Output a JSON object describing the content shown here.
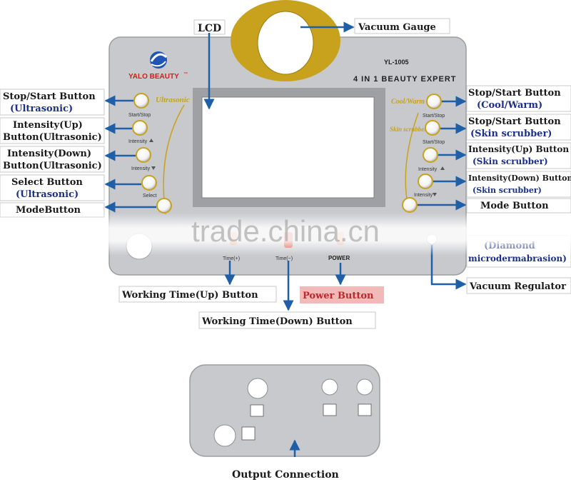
{
  "panel": {
    "brand": "YALO BEAUTY",
    "brand_tm": "™",
    "model": "YL-1005",
    "subtitle": "4 IN 1 BEAUTY EXPERT",
    "ultrasonic_label": "Ultrasonic",
    "coolwarm_label": "Cool/Warm",
    "skin_scrubber_label": "Skin scrubber",
    "start_stop": "Start/Stop",
    "intensity": "Intensity",
    "select": "Select",
    "time_plus": "Time(+)",
    "time_minus": "Time(−)",
    "power": "POWER"
  },
  "callouts": {
    "lcd": "LCD",
    "vacuum_gauge": "Vacuum Gauge",
    "left": [
      {
        "line1": "Stop/Start Button",
        "line2": "(Ultrasonic)"
      },
      {
        "line1": "Intensity(Up)",
        "line2": "Button(Ultrasonic)"
      },
      {
        "line1": "Intensity(Down)",
        "line2": "Button(Ultrasonic)"
      },
      {
        "line1": "Select Button",
        "line2": "(Ultrasonic)"
      },
      {
        "line1": "ModeButton",
        "line2": ""
      }
    ],
    "right": [
      {
        "line1": "Stop/Start Button",
        "line2": "(Cool/Warm)"
      },
      {
        "line1": "Stop/Start Button",
        "line2": "(Skin scrubber)"
      },
      {
        "line1": "Intensity(Up) Button",
        "line2": "(Skin scrubber)"
      },
      {
        "line1": "Intensity(Down) Button",
        "line2": "(Skin scrubber)"
      },
      {
        "line1": "Mode Button",
        "line2": ""
      },
      {
        "line1": "(Diamond",
        "line2": "microdermabrasion)"
      }
    ],
    "vacuum_regulator": "Vacuum Regulator",
    "working_time_up": "Working Time(Up) Button",
    "power_button": "Power Button",
    "working_time_down": "Working Time(Down) Button",
    "output_connection": "Output Connection"
  },
  "watermark": "trade.china.cn",
  "colors": {
    "panel": "#c8c9cd",
    "gold": "#c8a21c",
    "arrow": "#1e5fa8",
    "power_highlight": "#f2b9b9"
  }
}
